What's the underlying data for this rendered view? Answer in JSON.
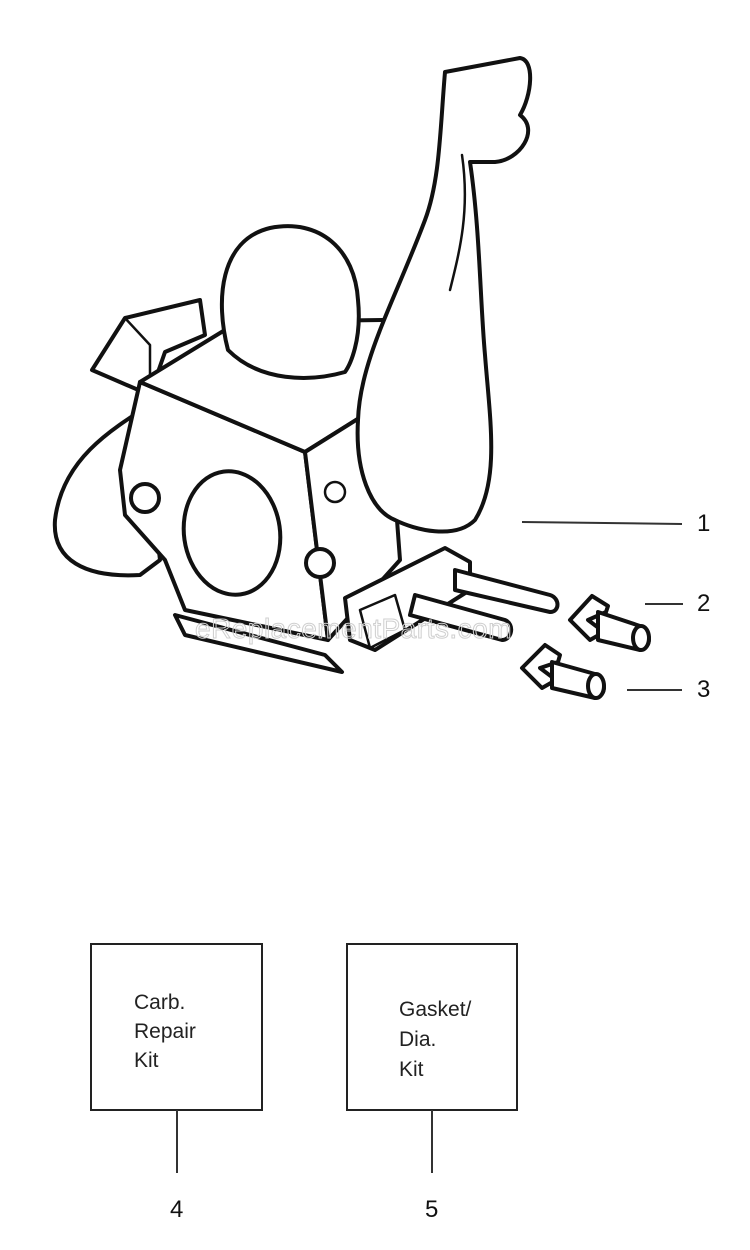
{
  "watermark": "eReplacementParts.com",
  "callouts": [
    {
      "number": "1"
    },
    {
      "number": "2"
    },
    {
      "number": "3"
    }
  ],
  "kits": [
    {
      "number": "4",
      "lines": [
        "Carb.",
        "Repair",
        "Kit"
      ]
    },
    {
      "number": "5",
      "lines": [
        "Gasket/",
        "Dia.",
        "Kit"
      ]
    }
  ]
}
